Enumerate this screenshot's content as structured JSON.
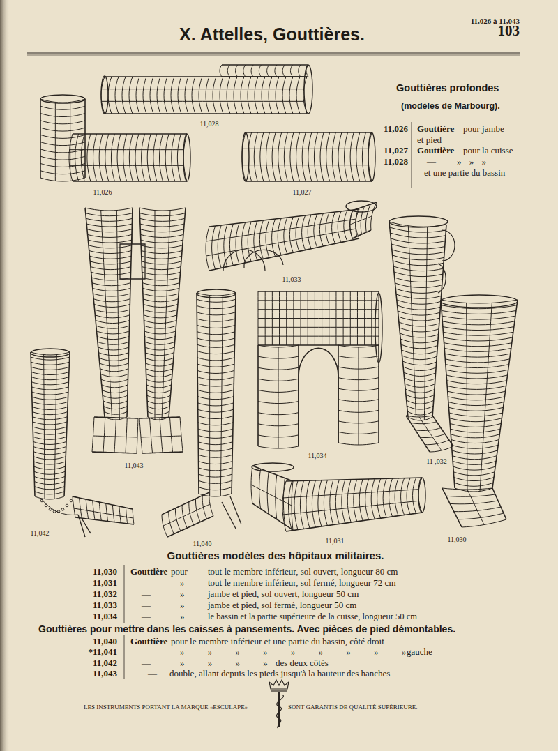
{
  "diagram": {
    "title": "X. Attelles, Gouttières.",
    "labels": [
      "11,026 à 11,043",
      "103",
      "Gouttières profondes",
      "(modèles de Marbourg).",
      "11,026",
      "Gouttière",
      "pour jambe et pied",
      "11,027",
      "Gouttière",
      "pour la cuisse",
      "11,028",
      "—",
      "» » »",
      "et une partie du bassin",
      "11,028",
      "11,026",
      "11,027",
      "11,033",
      "11,043",
      "11,034",
      "11 ,032",
      "11,042",
      "11,040",
      "11,031",
      "11,030",
      "Gouttières modèles des hôpitaux militaires.",
      "11,030",
      "Gouttière",
      "pour",
      "tout le membre inférieur, sol ouvert, longueur 80 cm",
      "11,031",
      "—",
      "»",
      "tout le membre inférieur, sol fermé, longueur 72 cm",
      "11,032",
      "—",
      "»",
      "jambe et pied, sol ouvert, longueur 50 cm",
      "11,033",
      "—",
      "»",
      "jambe et pied, sol fermé, longueur 50 cm",
      "11,034",
      "—",
      "»",
      "le bassin et la partie supérieure de la cuisse, longueur 50 cm",
      "Gouttières pour mettre dans les caisses à pansements. Avec pièces de pied démontables.",
      "11,040",
      "Gouttière",
      "pour le membre inférieur et une partie du bassin, côté droit",
      "*11,041",
      "—",
      "» » » » » » » » »",
      "gauche",
      "11,042",
      "—",
      "» » » »",
      "des deux côtés",
      "11,043",
      "—",
      "double, allant depuis les pieds jusqu'à la hauteur des hanches",
      "LES INSTRUMENTS PORTANT LA MARQUE «ESCULAPE»",
      "SONT GARANTIS DE QUALITÉ SUPÉRIEURE."
    ]
  }
}
